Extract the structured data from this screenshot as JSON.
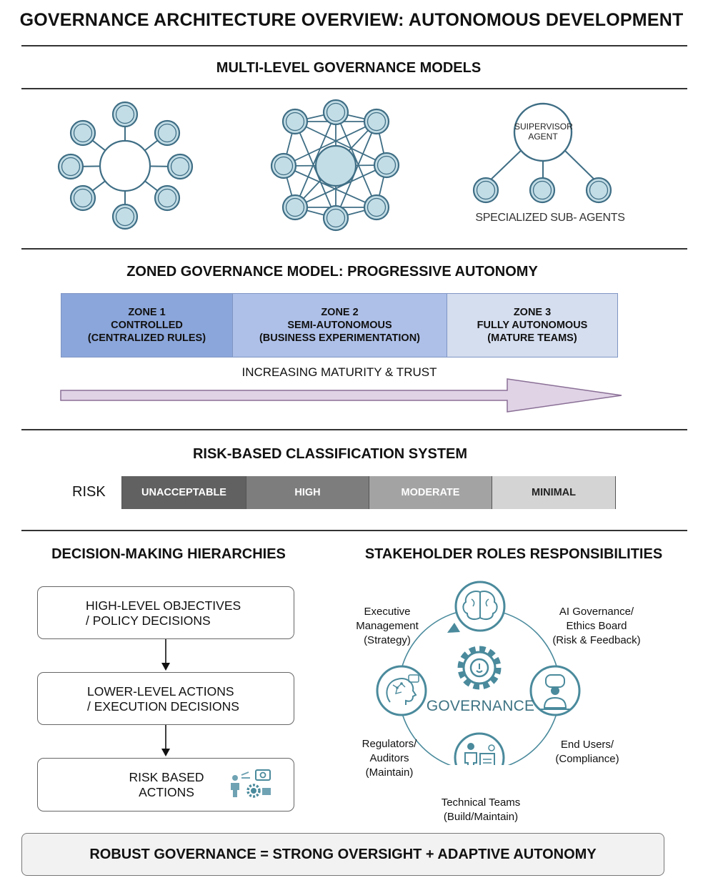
{
  "title": "GOVERNANCE ARCHITECTURE OVERVIEW: AUTONOMOUS DEVELOPMENT",
  "sections": {
    "multi_level": "MULTI-LEVEL GOVERNANCE MODELS",
    "zoned": "ZONED GOVERNANCE MODEL: PROGRESSIVE AUTONOMY",
    "risk": "RISK-BASED CLASSIFICATION SYSTEM",
    "decision": "DECISION-MAKING HIERARCHIES",
    "stakeholder": "STAKEHOLDER ROLES RESPONSIBILITIES"
  },
  "models": {
    "supervisor_line1": "SUIPERVISOR",
    "supervisor_line2": "AGENT",
    "sub_agents": "SPECIALIZED SUB- AGENTS"
  },
  "zones": [
    {
      "line1": "ZONE 1",
      "line2": "CONTROLLED",
      "line3": "(CENTRALIZED RULES)",
      "color": "#8ba6da"
    },
    {
      "line1": "ZONE 2",
      "line2": "SEMI-AUTONOMOUS",
      "line3": "(BUSINESS EXPERIMENTATION)",
      "color": "#aec0e8"
    },
    {
      "line1": "ZONE 3",
      "line2": "FULLY AUTONOMOUS",
      "line3": "(MATURE TEAMS)",
      "color": "#d5deef"
    }
  ],
  "maturity_label": "INCREASING MATURITY & TRUST",
  "arrow_color": "#e0d3e6",
  "risk": {
    "label": "RISK",
    "levels": [
      {
        "name": "UNACCEPTABLE",
        "color": "#616161",
        "text_color": "#ffffff"
      },
      {
        "name": "HIGH",
        "color": "#7d7d7d",
        "text_color": "#ffffff"
      },
      {
        "name": "MODERATE",
        "color": "#a3a3a3",
        "text_color": "#ffffff"
      },
      {
        "name": "MINIMAL",
        "color": "#d4d4d4",
        "text_color": "#222222"
      }
    ]
  },
  "decisions": [
    {
      "line1": "HIGH-LEVEL OBJECTIVES",
      "line2": "/ POLICY DECISIONS"
    },
    {
      "line1": "LOWER-LEVEL ACTIONS",
      "line2": "/ EXECUTION DECISIONS"
    },
    {
      "line1": "RISK BASED",
      "line2": "ACTIONS",
      "icon": "agent-gear-icon"
    }
  ],
  "stakeholders": {
    "center": "GOVERNANCE",
    "executive": {
      "line1": "Executive",
      "line2": "Management",
      "line3": "(Strategy)",
      "icon": "brain-icon"
    },
    "ai_board": {
      "line1": "AI Governance/",
      "line2": "Ethics Board",
      "line3": "(Risk & Feedback)",
      "icon": "ethics-board-icon"
    },
    "end_users": {
      "line1": "End Users/",
      "line2": "(Compliance)"
    },
    "technical": {
      "line1": "Technical Teams",
      "line2": "(Build/Maintain)",
      "icon": "team-document-icon"
    },
    "regulators": {
      "line1": "Regulators/",
      "line2": "Auditors",
      "line3": "(Maintain)",
      "icon": "head-network-icon"
    }
  },
  "footer": "ROBUST GOVERNANCE = STRONG OVERSIGHT + ADAPTIVE AUTONOMY",
  "colors": {
    "node_fill": "#c3dde6",
    "node_stroke": "#3f6e85",
    "teal": "#4a8a9c"
  }
}
